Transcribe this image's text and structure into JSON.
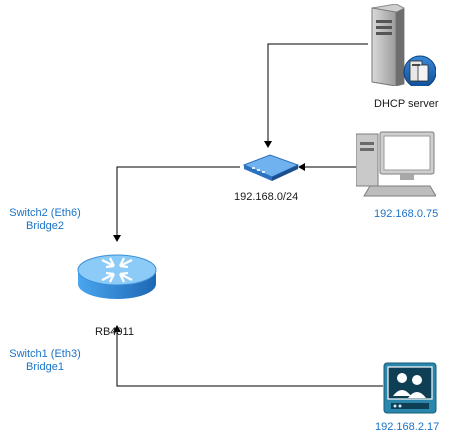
{
  "colors": {
    "label_blue": "#1a73c8",
    "wire": "#000000",
    "router_blue": "#2f8fd6",
    "camera_teal": "#1f6f8e"
  },
  "nodes": {
    "dhcp_server": {
      "label": "DHCP server",
      "icon": "server-icon"
    },
    "switch": {
      "label": "192.168.0/24",
      "icon": "switch-icon"
    },
    "pc": {
      "label": "192.168.0.75",
      "icon": "desktop-pc-icon"
    },
    "router": {
      "label": "RB4011",
      "icon": "router-icon"
    },
    "camera": {
      "label": "192.168.2.17",
      "icon": "video-conference-icon"
    }
  },
  "ports": {
    "switch2": {
      "line1": "Switch2 (Eth6)",
      "line2": "Bridge2"
    },
    "switch1": {
      "line1": "Switch1 (Eth3)",
      "line2": "Bridge1"
    }
  }
}
